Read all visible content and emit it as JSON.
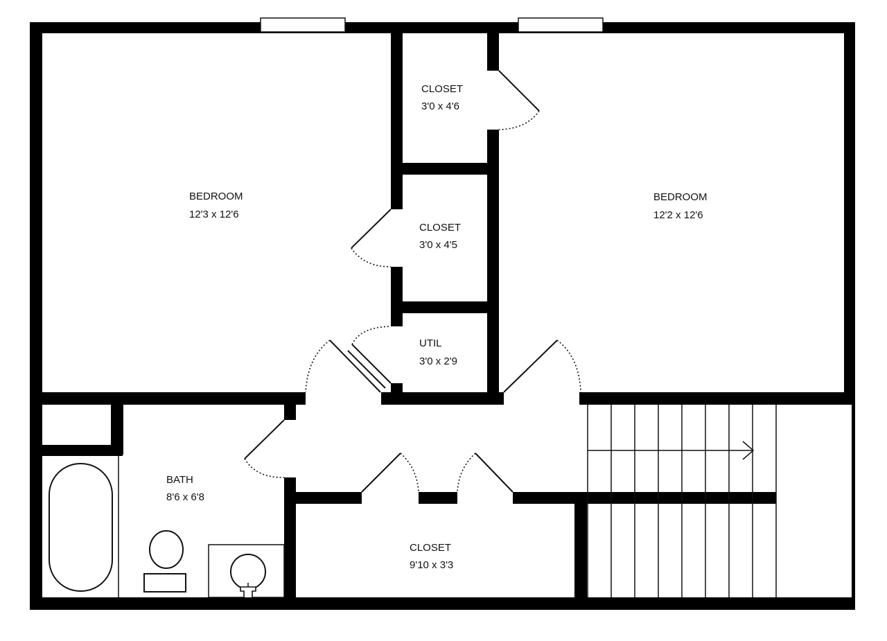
{
  "rooms": [
    {
      "id": "bedroom-left",
      "name": "BEDROOM",
      "size": "12'3 x 12'6"
    },
    {
      "id": "closet-top",
      "name": "CLOSET",
      "size": "3'0 x 4'6"
    },
    {
      "id": "closet-mid",
      "name": "CLOSET",
      "size": "3'0 x 4'5"
    },
    {
      "id": "util",
      "name": "UTIL",
      "size": "3'0 x 2'9"
    },
    {
      "id": "bedroom-right",
      "name": "BEDROOM",
      "size": "12'2 x 12'6"
    },
    {
      "id": "bath",
      "name": "BATH",
      "size": "8'6 x 6'8"
    },
    {
      "id": "closet-hall",
      "name": "CLOSET",
      "size": "9'10 x 3'3"
    }
  ],
  "colors": {
    "wall": "#000000",
    "background": "#ffffff",
    "line": "#111111"
  }
}
